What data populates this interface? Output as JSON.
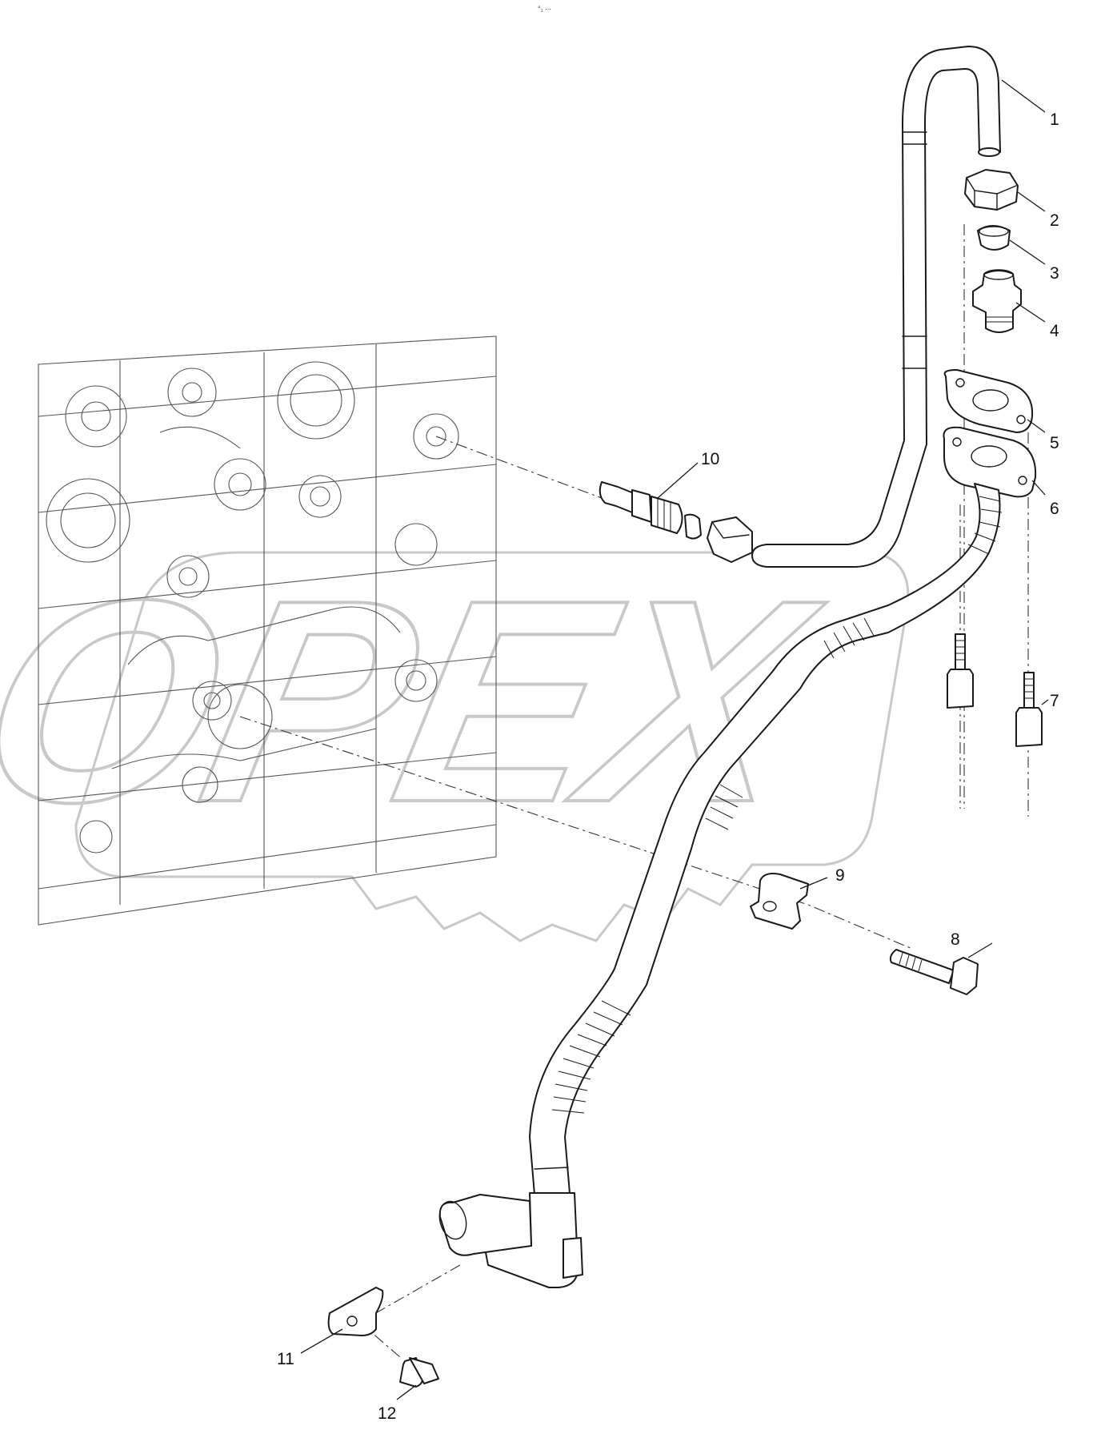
{
  "header": {
    "mark": "°₁ ∙∙∙"
  },
  "watermark": {
    "text": "OPEX"
  },
  "callouts": [
    "1",
    "2",
    "3",
    "4",
    "5",
    "6",
    "7",
    "8",
    "9",
    "10",
    "11",
    "12"
  ]
}
